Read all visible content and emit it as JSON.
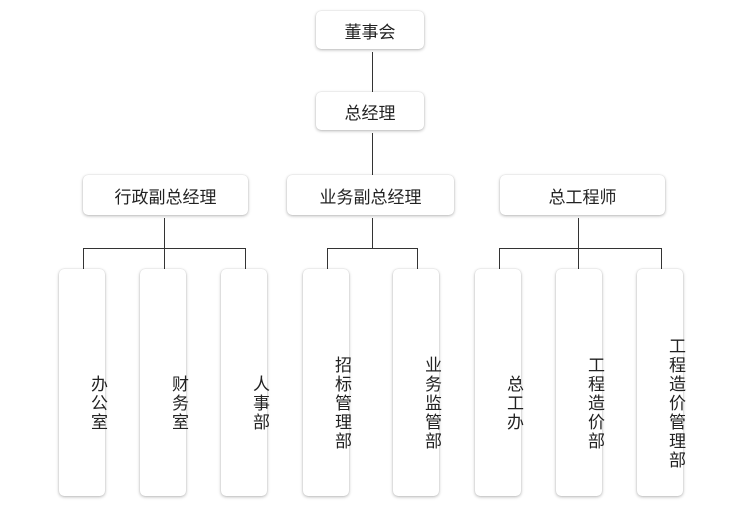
{
  "top": {
    "label": "董事会"
  },
  "gm": {
    "label": "总经理"
  },
  "deputies": [
    {
      "label": "行政副总经理",
      "departments": [
        "办公室",
        "财务室",
        "人事部"
      ]
    },
    {
      "label": "业务副总经理",
      "departments": [
        "招标管理部",
        "业务监管部"
      ]
    },
    {
      "label": "总工程师",
      "departments": [
        "总工办",
        "工程造价部",
        "工程造价管理部"
      ]
    }
  ],
  "colors": {
    "line": "#333333",
    "box_bg": "#ffffff",
    "text": "#222222"
  }
}
